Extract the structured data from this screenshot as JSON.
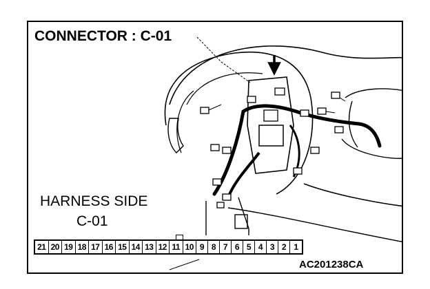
{
  "diagram": {
    "title": "CONNECTOR : C-01",
    "harness_label": "HARNESS SIDE",
    "harness_connector": "C-01",
    "figure_code": "AC201238CA",
    "pins": [
      "21",
      "20",
      "19",
      "18",
      "17",
      "16",
      "15",
      "14",
      "13",
      "12",
      "11",
      "10",
      "9",
      "8",
      "7",
      "6",
      "5",
      "4",
      "3",
      "2",
      "1"
    ],
    "line_color": "#000000",
    "background": "#ffffff"
  }
}
